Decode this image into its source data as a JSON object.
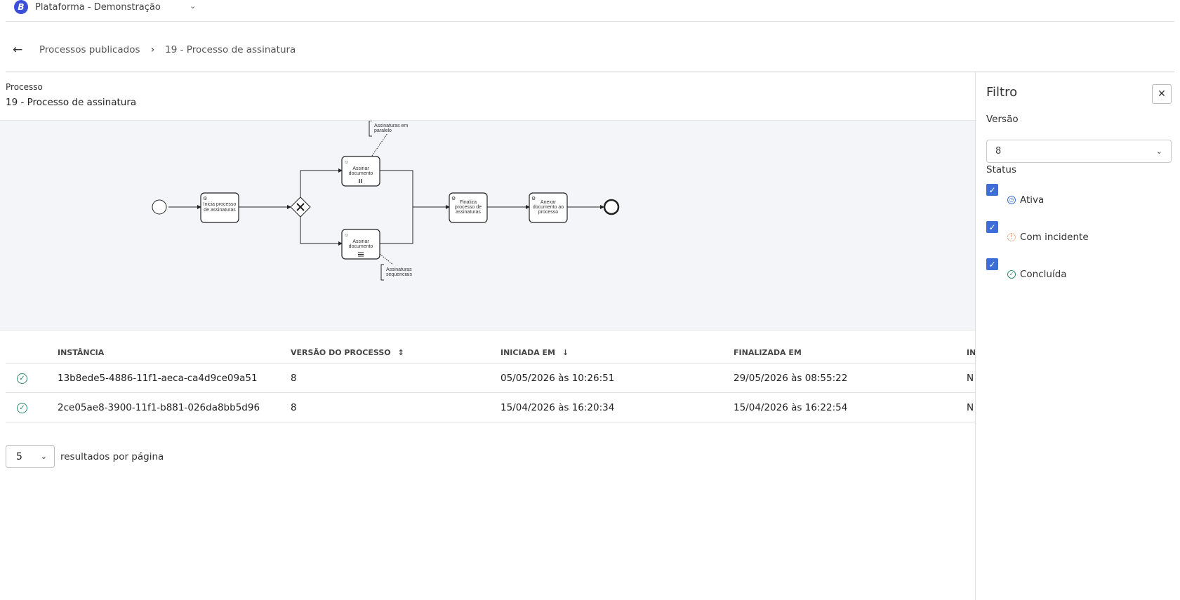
{
  "header": {
    "logo_letter": "B",
    "org_name": "Plataforma - Demonstração",
    "org_chevron": "chevron-down-icon"
  },
  "breadcrumb": {
    "back_icon": "arrow-left-icon",
    "items": [
      "Processos publicados",
      "19 - Processo de assinatura"
    ],
    "separator": "›"
  },
  "process": {
    "label": "Processo",
    "name": "19 - Processo de assinatura"
  },
  "diagram": {
    "tasks": [
      "Inicia processo de assinaturas",
      "Assinar documento",
      "Assinar documento",
      "Finaliza processo de assinaturas",
      "Anexar documento ao processo"
    ],
    "annotations": [
      "Assinaturas em paralelo",
      "Assinaturas sequenciais"
    ]
  },
  "table": {
    "columns": [
      "INSTÂNCIA",
      "VERSÃO DO PROCESSO",
      "INICIADA EM",
      "FINALIZADA EM",
      "IN"
    ],
    "rows": [
      {
        "status_icon": "check-circle-icon",
        "instance": "13b8ede5-4886-11f1-aeca-ca4d9ce09a51",
        "version": "8",
        "started": "05/05/2026 às 10:26:51",
        "finished": "29/05/2026 às 08:55:22",
        "extra": "N"
      },
      {
        "status_icon": "check-circle-icon",
        "instance": "2ce05ae8-3900-11f1-b881-026da8bb5d96",
        "version": "8",
        "started": "15/04/2026 às 16:20:34",
        "finished": "15/04/2026 às 16:22:54",
        "extra": "N"
      }
    ]
  },
  "pagination": {
    "page_size": "5",
    "label": "resultados por página"
  },
  "filter": {
    "title": "Filtro",
    "close_icon": "close-icon",
    "version_label": "Versão",
    "version_value": "8",
    "status_label": "Status",
    "statuses": [
      {
        "label": "Ativa",
        "checked": true,
        "icon": "clock-icon",
        "color": "#3d6ed8"
      },
      {
        "label": "Com incidente",
        "checked": true,
        "icon": "incident-icon",
        "color": "#e0783a"
      },
      {
        "label": "Concluída",
        "checked": true,
        "icon": "check-circle-icon",
        "color": "#2e8b6e"
      }
    ]
  },
  "colors": {
    "accent": "#3d6ed8",
    "success": "#2e8b6e",
    "warning": "#e0783a",
    "diagram_bg": "#f4f5f8"
  }
}
